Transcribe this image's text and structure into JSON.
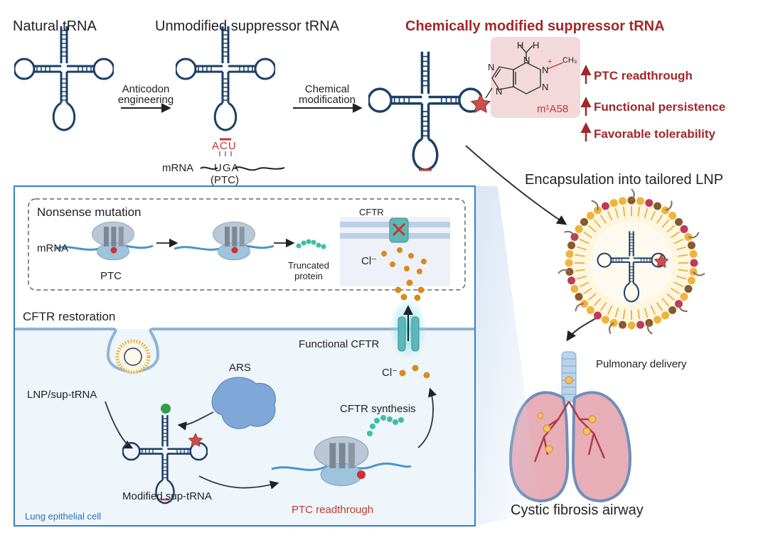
{
  "top": {
    "natural_trna": "Natural tRNA",
    "unmodified_trna": "Unmodified suppressor tRNA",
    "modified_trna_title": "Chemically modified suppressor tRNA",
    "arrow1_line1": "Anticodon",
    "arrow1_line2": "engineering",
    "arrow2_line1": "Chemical",
    "arrow2_line2": "modification",
    "anticodon": "ACU",
    "mrna_label": "mRNA",
    "codon": "UGA",
    "ptc": "(PTC)",
    "m1a58_label": "m¹A58",
    "benefits": [
      "PTC readthrough",
      "Functional persistence",
      "Favorable tolerability"
    ],
    "lnp_title": "Encapsulation into tailored LNP",
    "pulmonary": "Pulmonary delivery",
    "airway": "Cystic fibrosis airway"
  },
  "structure": {
    "h": "H",
    "n": "N",
    "ch3": "CH₃",
    "plus": "+"
  },
  "panel": {
    "nonsense_title": "Nonsense mutation",
    "mrna": "mRNA",
    "ptc": "PTC",
    "truncated_line1": "Truncated",
    "truncated_line2": "protein",
    "cftr": "CFTR",
    "cl": "Cl⁻",
    "restoration_title": "CFTR restoration",
    "functional_cftr": "Functional CFTR",
    "cl2": "Cl⁻",
    "ars": "ARS",
    "lnp_sup": "LNP/sup-tRNA",
    "cftr_synthesis": "CFTR synthesis",
    "modified_sup": "Modified sup-tRNA",
    "ptc_readthrough": "PTC readthrough",
    "cell": "Lung epithelial cell"
  },
  "colors": {
    "trna": "#1c3f66",
    "accent_red": "#a0272a",
    "panel_border": "#3a7fc1",
    "cell_fill": "#eef5fb",
    "bead_orange": "#d98a1a",
    "lipid_tail": "#e6b94d",
    "peg": "#8a6d5a"
  }
}
